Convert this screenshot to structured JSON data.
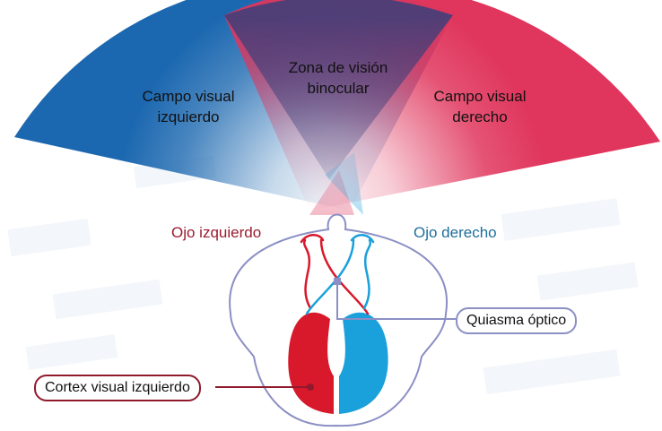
{
  "fields": {
    "left": {
      "line1": "Campo visual",
      "line2": "izquierdo"
    },
    "binocular": {
      "line1": "Zona de visión",
      "line2": "binocular"
    },
    "right": {
      "line1": "Campo visual",
      "line2": "derecho"
    }
  },
  "eyes": {
    "left_label": "Ojo izquierdo",
    "right_label": "Ojo derecho"
  },
  "callouts": {
    "chiasm": "Quiasma óptico",
    "left_cortex": "Cortex visual izquierdo"
  },
  "colors": {
    "left_blue": "#1c68b0",
    "right_red": "#e0355c",
    "nerve_red": "#d8182b",
    "nerve_blue": "#1aa0da",
    "outline": "#8b8fc4",
    "left_eye_text": "#9b1b30",
    "right_eye_text": "#1e6e9c",
    "chiasm_border": "#8b8fc4",
    "cortex_border": "#8f1a2c"
  }
}
